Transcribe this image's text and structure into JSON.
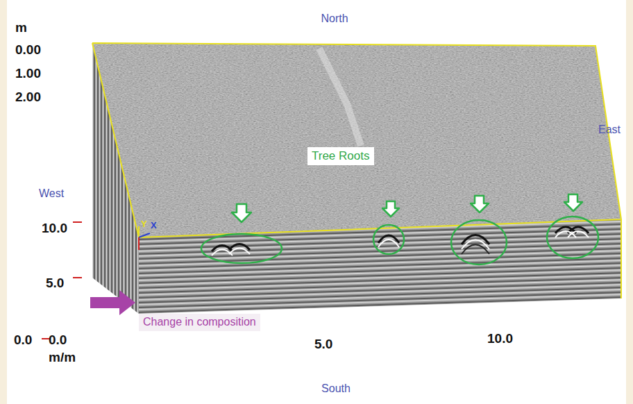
{
  "diagram": {
    "nodes": [
      {
        "text": [
          "Tree Roots"
        ]
      },
      {
        "text": [
          "Change in composition"
        ]
      }
    ],
    "edges": [],
    "labels": [
      "North",
      "East",
      "West",
      "South",
      "m",
      "0.00",
      "1.00",
      "2.00",
      "10.0",
      "5.0",
      "0.0",
      "0.0",
      "5.0",
      "10.0",
      "m/m",
      "Y",
      "X"
    ]
  }
}
